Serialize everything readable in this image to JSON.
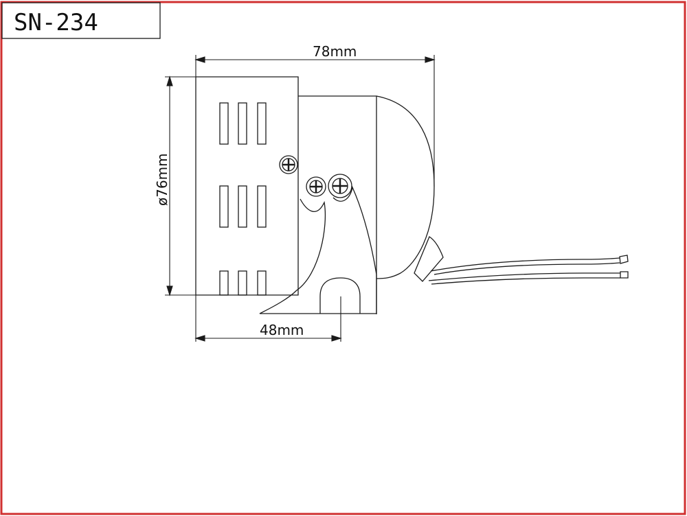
{
  "title_box": {
    "model": "SN-234"
  },
  "dimensions": {
    "overall_length": "78mm",
    "diameter": "ø76mm",
    "mount_offset": "48mm"
  },
  "colors": {
    "border": "#d03030",
    "line": "#1a1a1a",
    "background": "#ffffff"
  }
}
